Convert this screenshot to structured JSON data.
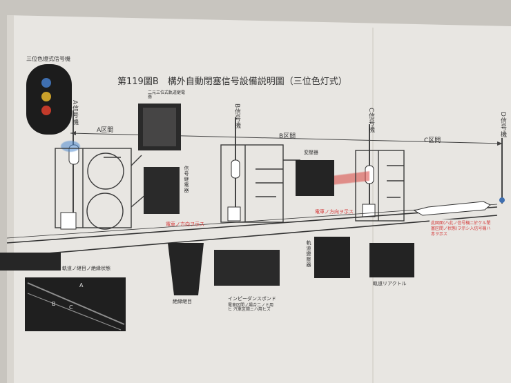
{
  "title": "第119圖B　構外自動閉塞信号設備説明圖（三位色灯式）",
  "signal_head_label": "三位色燈式信号機",
  "sections": {
    "a": "A区間",
    "b": "B区間",
    "c": "C区間"
  },
  "signals": {
    "a": "A信号機",
    "b": "B信号機",
    "c": "C信号機",
    "d": "D信号機"
  },
  "components": {
    "relay_three_position": "二元三位式軌道継電器",
    "signal_relay": "信号継電器",
    "transformer": "変壓器",
    "track_transformer": "軌道變壓器",
    "reactor": "軌道リアクトル",
    "impedance_bond": "インピーダンスボンド",
    "impedance_note": "電車区間ノ場合二ノミ用ヒ 汽車区間ニハ用ヒズ",
    "insulated_joint": "絶縁継目"
  },
  "notes": {
    "train_direction": "電車ノ方向ヲ示ス",
    "red_note": "此図面(ハ此ノ信号機ニ於ケル閉塞区間ノ状態)ヲ示シ入信号機ハ赤ヲ示ス",
    "rail_joint_photo": "軌道ノ継目ノ絶縁状態"
  },
  "photo_letters": [
    "A",
    "B",
    "C"
  ],
  "colors": {
    "paper": "#e9e7e3",
    "ink": "#333333",
    "red_lamp": "#c23a2a",
    "yellow_lamp": "#c9a02a",
    "green_lamp": "#2f7a6a",
    "blue_lamp": "#3f6fb0",
    "red_wash": "#d9453f"
  }
}
